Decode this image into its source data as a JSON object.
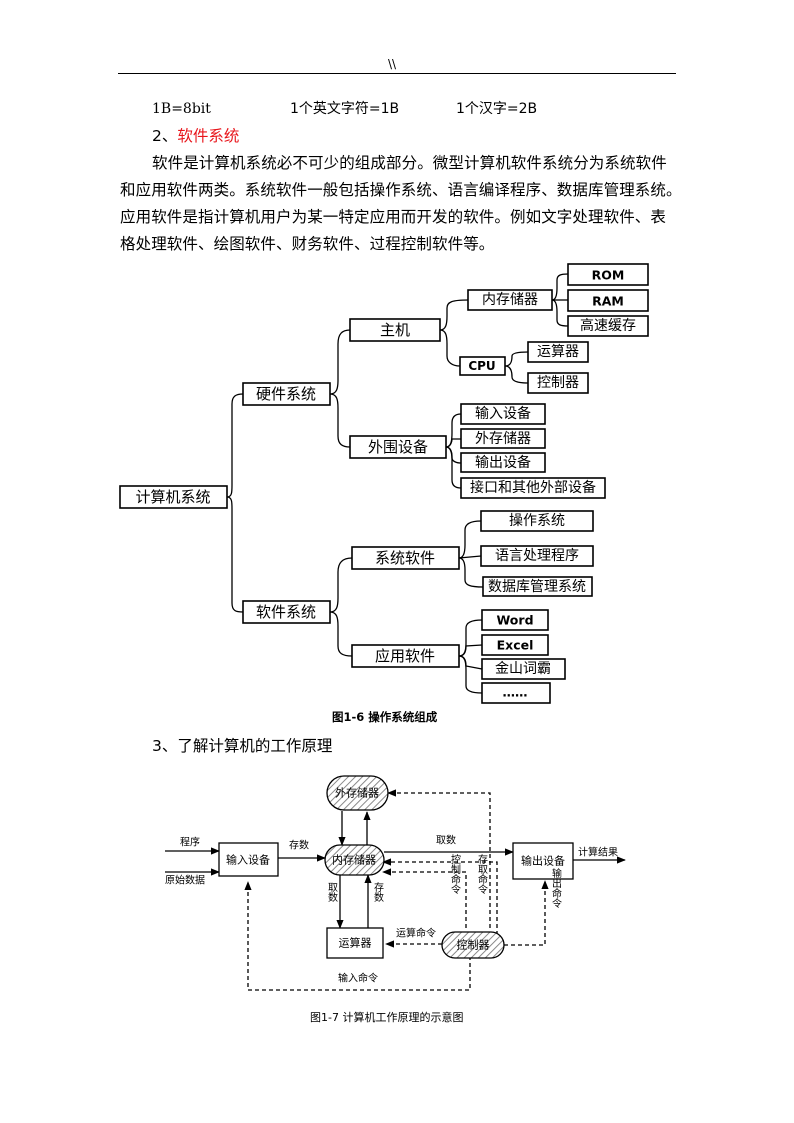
{
  "header": {
    "mark": "\\\\"
  },
  "units": {
    "byte": "1B=8bit",
    "english_char": "1个英文字符=1B",
    "chinese_char": "1个汉字=2B"
  },
  "section2": {
    "num": "2、",
    "title": "软件系统",
    "para_lines": [
      "软件是计算机系统必不可少的组成部分。微型计算机软件系统分为系统软件",
      "和应用软件两类。系统软件一般包括操作系统、语言编译程序、数据库管理系统。",
      "应用软件是指计算机用户为某一特定应用而开发的软件。例如文字处理软件、表",
      "格处理软件、绘图软件、财务软件、过程控制软件等。"
    ]
  },
  "tree": {
    "root": "计算机系统",
    "hardware": "硬件系统",
    "host": "主机",
    "memory": "内存储器",
    "rom": "ROM",
    "ram": "RAM",
    "cache": "高速缓存",
    "cpu": "CPU",
    "alu": "运算器",
    "controller": "控制器",
    "peripheral": "外围设备",
    "input_dev": "输入设备",
    "ext_storage": "外存储器",
    "output_dev": "输出设备",
    "interface": "接口和其他外部设备",
    "software": "软件系统",
    "sys_soft": "系统软件",
    "os": "操作系统",
    "lang": "语言处理程序",
    "dbms": "数据库管理系统",
    "app_soft": "应用软件",
    "word": "Word",
    "excel": "Excel",
    "jinshan": "金山词霸",
    "more": "……",
    "caption": "图1-6 操作系统组成"
  },
  "section3": {
    "title": "3、了解计算机的工作原理"
  },
  "flow": {
    "ext_storage": "外存储器",
    "input_dev": "输入设备",
    "memory": "内存储器",
    "output_dev": "输出设备",
    "alu": "运算器",
    "controller": "控制器",
    "program": "程序",
    "raw_data": "原始数据",
    "store": "存数",
    "fetch": "取数",
    "result": "计算结果",
    "fetch_v": "取数",
    "store_v": "存数",
    "ctrl_cmd": "控制命令",
    "store_fetch_cmd": "存取命令",
    "output_cmd": "输出命令",
    "alu_cmd": "运算命令",
    "input_cmd": "输入命令",
    "caption": "图1-7   计算机工作原理的示意图"
  }
}
